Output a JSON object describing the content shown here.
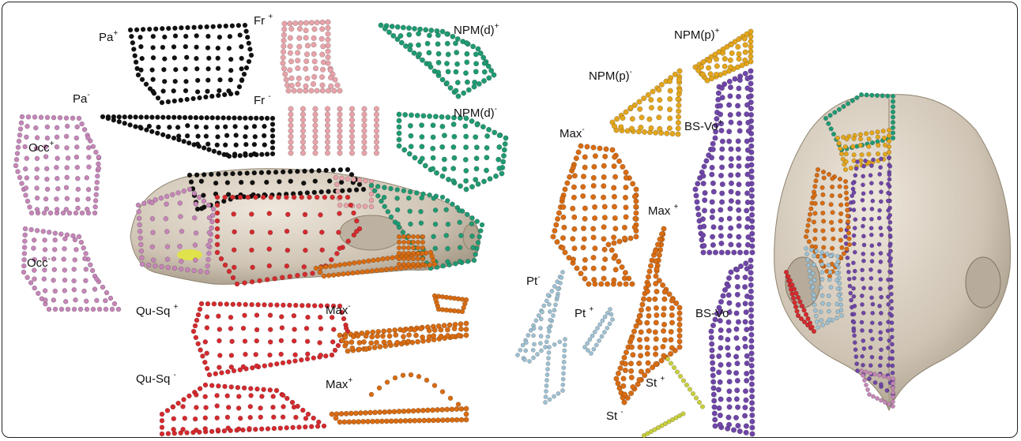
{
  "colors": {
    "parietal": "#111111",
    "frontal": "#e7a3a9",
    "nasal_premaxilla_dorsal": "#1f9a73",
    "occipital": "#c586b8",
    "quadrate_squamosal": "#d52a2e",
    "maxilla": "#d86c12",
    "nasal_premaxilla_palatal": "#e3a51c",
    "basisphenoid_vomer": "#6f46a8",
    "pterygoid": "#9ec1d3",
    "stapes": "#c9cf3c",
    "bone": "#d8cfc2"
  },
  "labels": [
    {
      "id": "pa-plus",
      "base": "Pa",
      "sign": "+"
    },
    {
      "id": "pa-minus",
      "base": "Pa",
      "sign": "-"
    },
    {
      "id": "fr-plus",
      "base": "Fr ",
      "sign": "+"
    },
    {
      "id": "fr-minus",
      "base": "Fr ",
      "sign": "-"
    },
    {
      "id": "npm-d-plus",
      "base": "NPM(d)",
      "sign": "+"
    },
    {
      "id": "npm-d-minus",
      "base": "NPM(d)",
      "sign": "-"
    },
    {
      "id": "occ-plus",
      "base": "Occ",
      "sign": "+"
    },
    {
      "id": "occ-minus",
      "base": "Occ",
      "sign": "-"
    },
    {
      "id": "qu-sq-plus",
      "base": "Qu-Sq ",
      "sign": "+"
    },
    {
      "id": "qu-sq-minus",
      "base": "Qu-Sq ",
      "sign": "-"
    },
    {
      "id": "max-minus-a",
      "base": "Max",
      "sign": "-"
    },
    {
      "id": "max-plus-a",
      "base": "Max",
      "sign": "+"
    },
    {
      "id": "npm-p-plus",
      "base": "NPM(p)",
      "sign": "+"
    },
    {
      "id": "npm-p-minus",
      "base": "NPM(p)",
      "sign": "-"
    },
    {
      "id": "max-minus-b",
      "base": "Max",
      "sign": "-"
    },
    {
      "id": "bs-vo-plus",
      "base": "BS-Vo",
      "sign": "+"
    },
    {
      "id": "max-plus-b",
      "base": "Max ",
      "sign": "+"
    },
    {
      "id": "pt-minus",
      "base": "Pt",
      "sign": "-"
    },
    {
      "id": "pt-plus",
      "base": "Pt ",
      "sign": "+"
    },
    {
      "id": "bs-vo-minus",
      "base": "BS-Vo",
      "sign": "-"
    },
    {
      "id": "st-plus",
      "base": "St ",
      "sign": "+"
    },
    {
      "id": "st-minus",
      "base": "St ",
      "sign": "-"
    }
  ]
}
